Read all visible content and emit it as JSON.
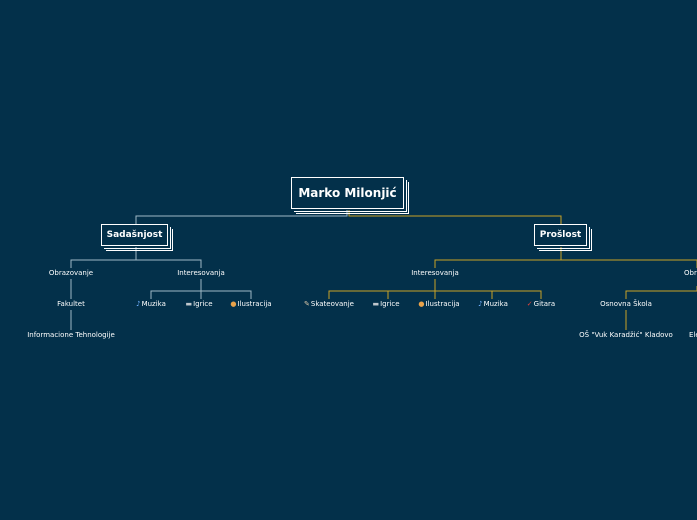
{
  "root": "Marko Milonjić",
  "sadasnjost": {
    "label": "Sadašnjost",
    "obrazovanje": "Obrazovanje",
    "fakultet": "Fakultet",
    "info": "Informacione Tehnologije",
    "interesovanja": "Interesovanja",
    "items": [
      {
        "icon": "music-icon",
        "glyph": "♪",
        "label": "Muzika"
      },
      {
        "icon": "keyboard-icon",
        "glyph": "▬",
        "label": "Igrice"
      },
      {
        "icon": "palette-icon",
        "glyph": "●",
        "label": "Ilustracija"
      }
    ]
  },
  "proslost": {
    "label": "Prošlost",
    "interesovanja": "Interesovanja",
    "obrazovanje": "Obrazov",
    "osnovna": "Osnovna Škola",
    "os_name": "OŠ \"Vuk Karadžić\" Kladovo",
    "ele": "Ele",
    "items": [
      {
        "icon": "skateboard-icon",
        "glyph": "✎",
        "label": "Skateovanje"
      },
      {
        "icon": "keyboard-icon",
        "glyph": "▬",
        "label": "Igrice"
      },
      {
        "icon": "palette-icon",
        "glyph": "●",
        "label": "Ilustracija"
      },
      {
        "icon": "music-icon",
        "glyph": "♪",
        "label": "Muzika"
      },
      {
        "icon": "guitar-icon",
        "glyph": "✓",
        "label": "Gitara"
      }
    ]
  },
  "colors": {
    "background": "#03304a",
    "left_branch": "#9fb9c6",
    "right_branch": "#c9a227"
  }
}
